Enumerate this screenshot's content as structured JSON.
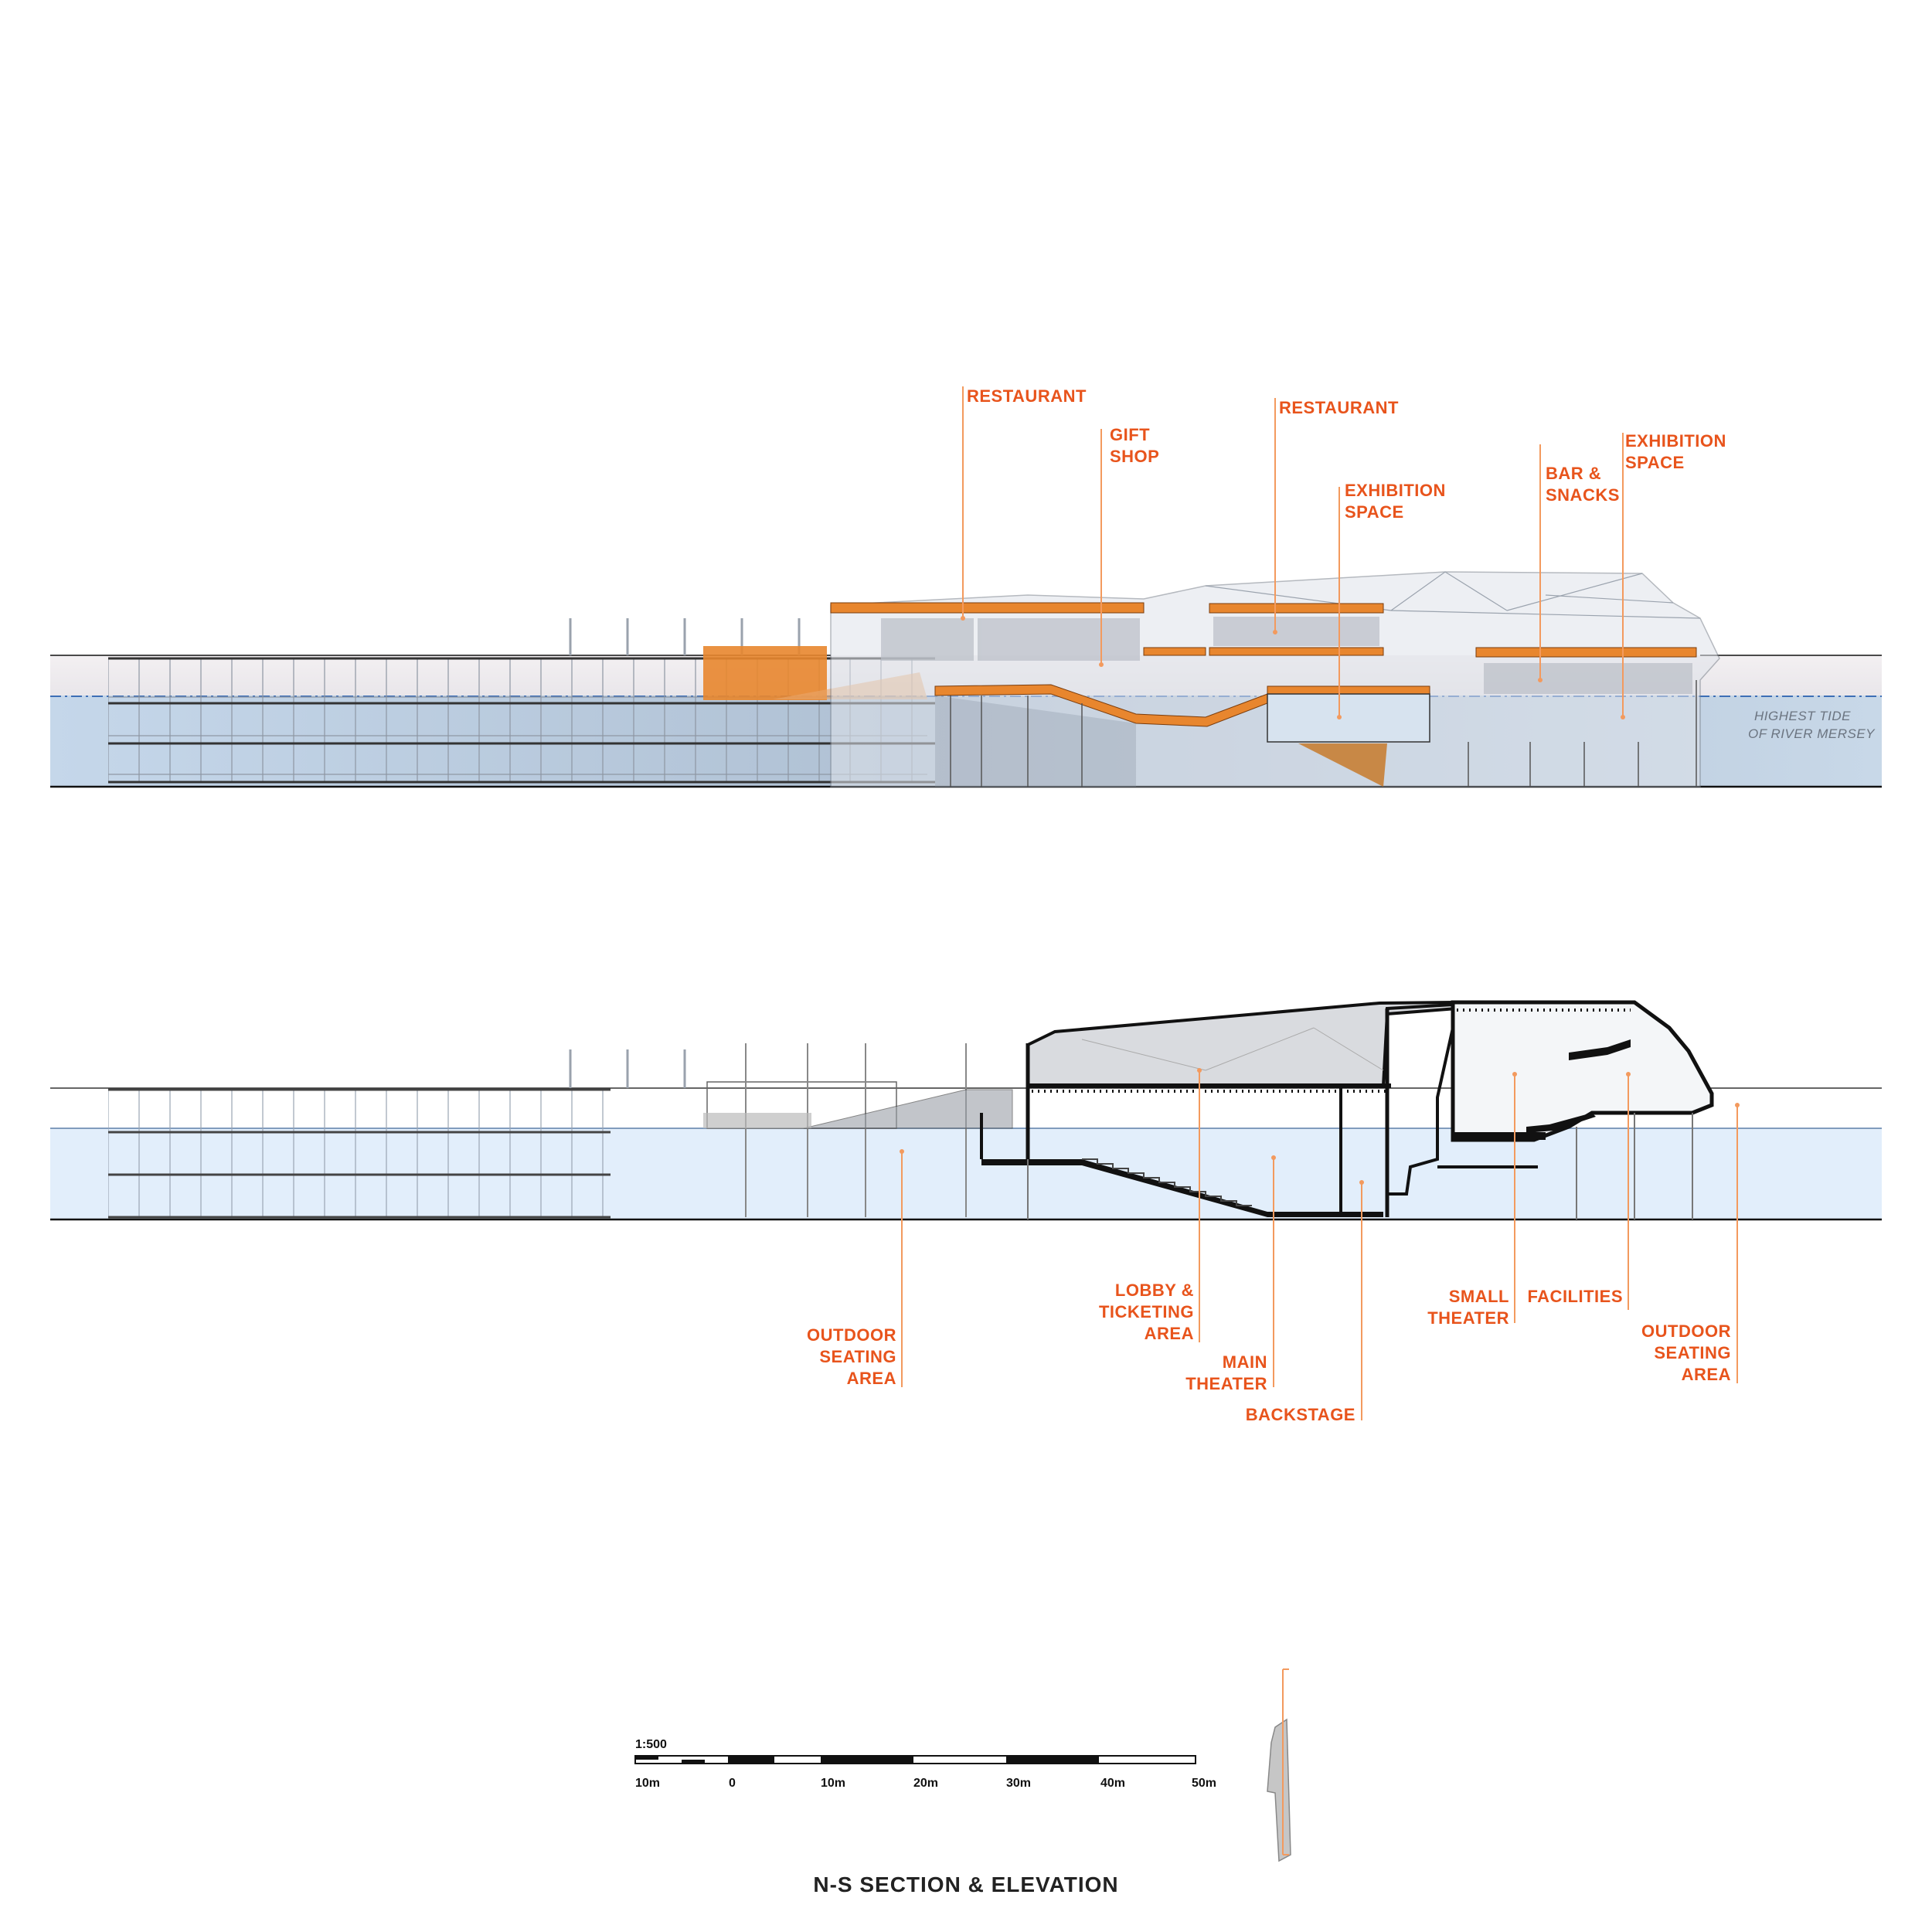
{
  "colors": {
    "accent": "#e8541c",
    "leader": "#f39a5e",
    "water_upper": "#bcd0e4",
    "water_lower": "#e2eefb",
    "deck_orange": "#e8862e",
    "structure": "#1a1a1a"
  },
  "upper_section": {
    "labels": [
      {
        "id": "restaurant-1",
        "lines": [
          "RESTAURANT"
        ]
      },
      {
        "id": "gift-shop",
        "lines": [
          "GIFT",
          "SHOP"
        ]
      },
      {
        "id": "restaurant-2",
        "lines": [
          "RESTAURANT"
        ]
      },
      {
        "id": "exhibition-1",
        "lines": [
          "EXHIBITION",
          "SPACE"
        ]
      },
      {
        "id": "bar-snacks",
        "lines": [
          "BAR &",
          "SNACKS"
        ]
      },
      {
        "id": "exhibition-2",
        "lines": [
          "EXHIBITION",
          "SPACE"
        ]
      }
    ],
    "tide_note": [
      "HIGHEST TIDE",
      "OF RIVER MERSEY"
    ]
  },
  "lower_section": {
    "labels": [
      {
        "id": "outdoor-seating-1",
        "lines": [
          "OUTDOOR",
          "SEATING",
          "AREA"
        ]
      },
      {
        "id": "lobby",
        "lines": [
          "LOBBY &",
          "TICKETING",
          "AREA"
        ]
      },
      {
        "id": "main-theater",
        "lines": [
          "MAIN",
          "THEATER"
        ]
      },
      {
        "id": "backstage",
        "lines": [
          "BACKSTAGE"
        ]
      },
      {
        "id": "small-theater",
        "lines": [
          "SMALL",
          "THEATER"
        ]
      },
      {
        "id": "facilities",
        "lines": [
          "FACILITIES"
        ]
      },
      {
        "id": "outdoor-seating-2",
        "lines": [
          "OUTDOOR",
          "SEATING",
          "AREA"
        ]
      }
    ]
  },
  "scale_bar": {
    "ratio": "1:500",
    "ticks": [
      "10m",
      "0",
      "10m",
      "20m",
      "30m",
      "40m",
      "50m"
    ]
  },
  "title": "N-S SECTION & ELEVATION"
}
